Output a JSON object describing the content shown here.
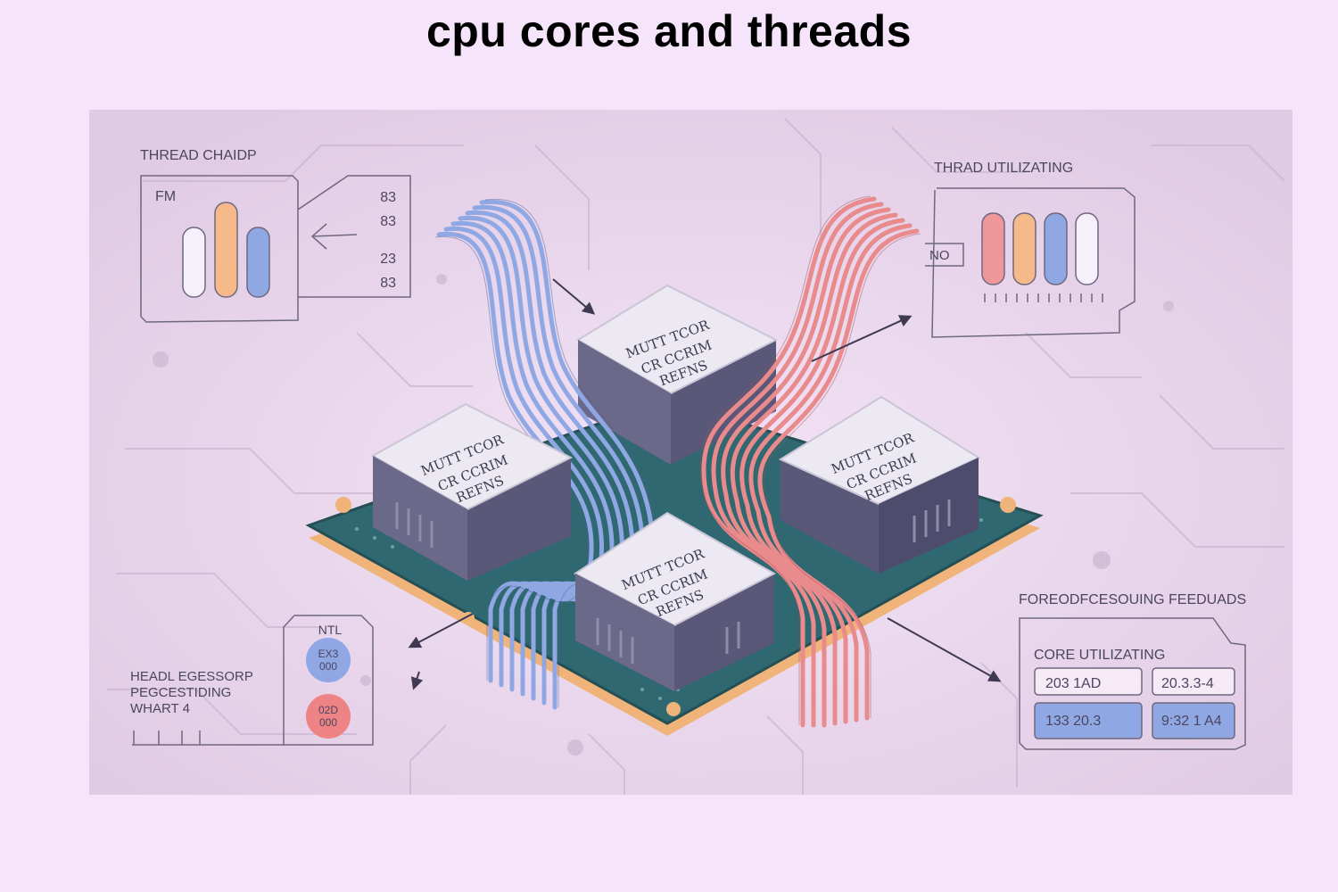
{
  "page": {
    "title": "cpu cores and threads"
  },
  "colors": {
    "page_background": "#f6e4fa",
    "panel_background": "#e8d6ec",
    "board": "#2f6870",
    "board_edge": "#f0b47a",
    "thread_blue": "#8fa8e4",
    "thread_red": "#e98a8c",
    "bar_orange": "#f5b98a",
    "chip_top": "#ece9f3",
    "chip_side": "#5a5878"
  },
  "icons": {
    "arrow": "arrow-icon",
    "flow": "data-flow-icon"
  },
  "panels": {
    "thread_chart": {
      "title": "THREAD CHAIDP",
      "label": "FM",
      "values": [
        "83",
        "83",
        "23",
        "83"
      ]
    },
    "thread_utilization": {
      "title": "THRAD UTILIZATING",
      "side_label": "NO"
    },
    "processing_feeds": {
      "title": "FOREODFCESOUING FEEDUADS",
      "subtitle": "CORE  UTILIZATING",
      "cells": [
        "203 1AD",
        "20.3.3-4",
        "133  20.3",
        "9:32 1 A4"
      ]
    },
    "processor_graph": {
      "title_line1": "HEADL EGESSORP",
      "title_line2": "PEGCESTIDING",
      "title_line3": "WHART 4",
      "header": "NTL",
      "badge_top_line1": "EX3",
      "badge_top_line2": "000",
      "badge_bottom_line1": "02D",
      "badge_bottom_line2": "000"
    }
  },
  "chips": [
    {
      "line1": "MUTT TCOR",
      "line2": "CR CCRIM",
      "line3": "REFNS"
    },
    {
      "line1": "MUTT TCOR",
      "line2": "CR CCRIM",
      "line3": "REFNS"
    },
    {
      "line1": "MUTT TCOR",
      "line2": "CR CCRIM",
      "line3": "REFNS"
    },
    {
      "line1": "MUTT TCOR",
      "line2": "CR CCRIM",
      "line3": "REFNS"
    }
  ]
}
